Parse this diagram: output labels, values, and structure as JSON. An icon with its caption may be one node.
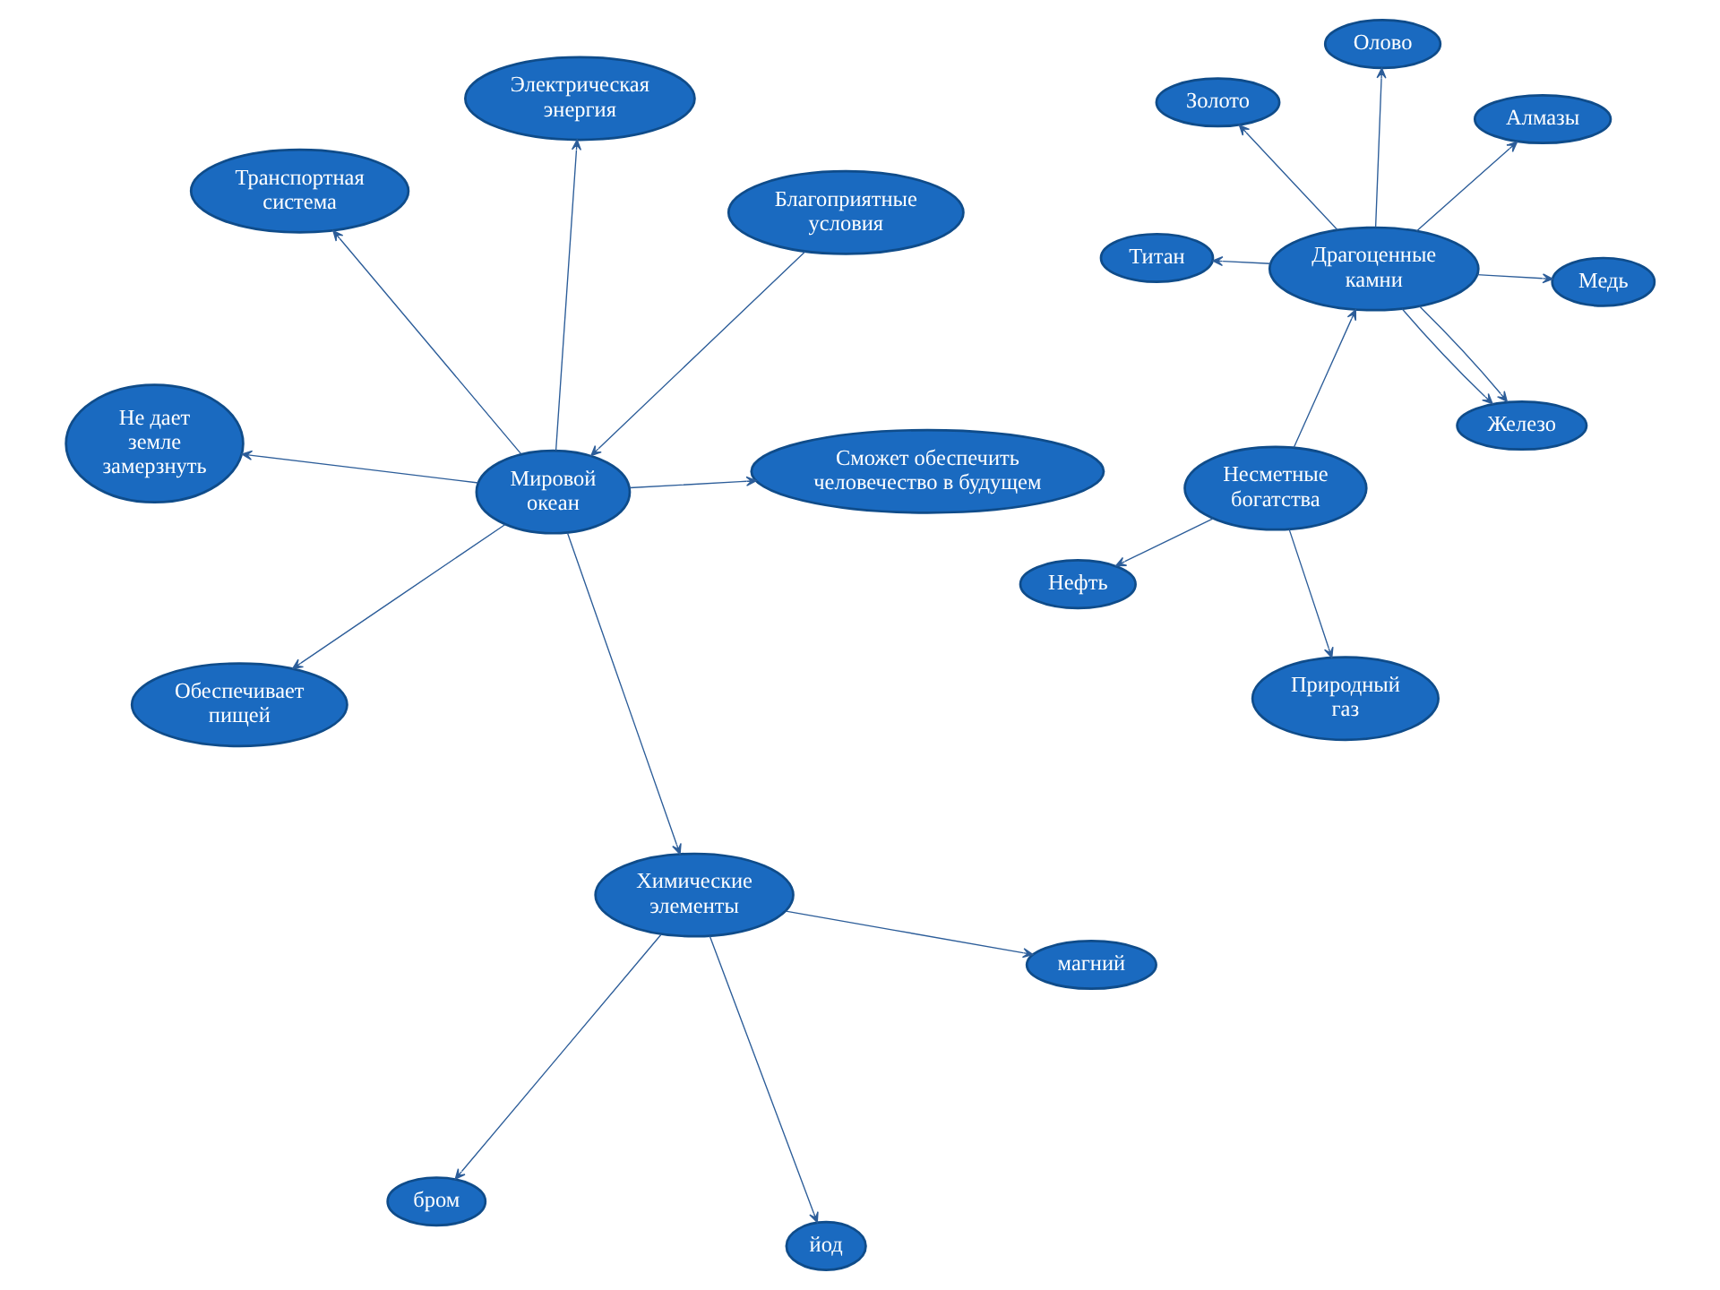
{
  "diagram": {
    "nodes": [
      {
        "text": [
          "Не дает земле замерзнуть"
        ]
      },
      {
        "text": [
          "Благоприятные условия"
        ]
      },
      {
        "text": [
          "Обеспечивает пищей"
        ]
      },
      {
        "text": [
          "Транспортная система"
        ]
      },
      {
        "text": [
          "Несметные богатства"
        ]
      },
      {
        "text": [
          "Природный газ"
        ]
      },
      {
        "text": [
          "Нефть"
        ]
      },
      {
        "text": [
          "Электрическая энергия"
        ]
      },
      {
        "text": [
          "Драгоценные камни"
        ]
      },
      {
        "text": [
          "Мировой океан"
        ]
      },
      {
        "text": [
          "Олово"
        ]
      },
      {
        "text": [
          "Золото"
        ]
      },
      {
        "text": [
          "Титан"
        ]
      },
      {
        "text": [
          "Химические элементы"
        ]
      },
      {
        "text": [
          "Алмазы"
        ]
      },
      {
        "text": [
          "Железо"
        ]
      },
      {
        "text": [
          "Медь"
        ]
      },
      {
        "text": [
          "магний"
        ]
      },
      {
        "text": [
          "йод"
        ]
      },
      {
        "text": [
          "бром"
        ]
      },
      {
        "text": [
          "Сможет обеспечить человечество в будущем"
        ]
      }
    ],
    "edges": [
      {
        "from": 9,
        "to": 3,
        "arrow": "to"
      },
      {
        "from": 9,
        "to": 0,
        "arrow": "to"
      },
      {
        "from": 1,
        "to": 9,
        "arrow": "to"
      },
      {
        "from": 9,
        "to": 2,
        "arrow": "to"
      },
      {
        "from": 9,
        "to": 7,
        "arrow": "to"
      },
      {
        "from": 9,
        "to": 13,
        "arrow": "to"
      },
      {
        "from": 9,
        "to": 20,
        "arrow": "to"
      },
      {
        "from": 13,
        "to": 18,
        "arrow": "to"
      },
      {
        "from": 13,
        "to": 19,
        "arrow": "to"
      },
      {
        "from": 13,
        "to": 17,
        "arrow": "to"
      },
      {
        "from": 4,
        "to": 5,
        "arrow": "to"
      },
      {
        "from": 4,
        "to": 6,
        "arrow": "to"
      },
      {
        "from": 4,
        "to": 8,
        "arrow": "to"
      },
      {
        "from": 8,
        "to": 12,
        "arrow": "to"
      },
      {
        "from": 8,
        "to": 10,
        "arrow": "to"
      },
      {
        "from": 8,
        "to": 11,
        "arrow": "to"
      },
      {
        "from": 8,
        "to": 14,
        "arrow": "to"
      },
      {
        "from": 8,
        "to": 15,
        "arrow": "to"
      },
      {
        "from": 8,
        "to": 15,
        "arrow": "to"
      },
      {
        "from": 8,
        "to": 16,
        "arrow": "to"
      }
    ]
  }
}
